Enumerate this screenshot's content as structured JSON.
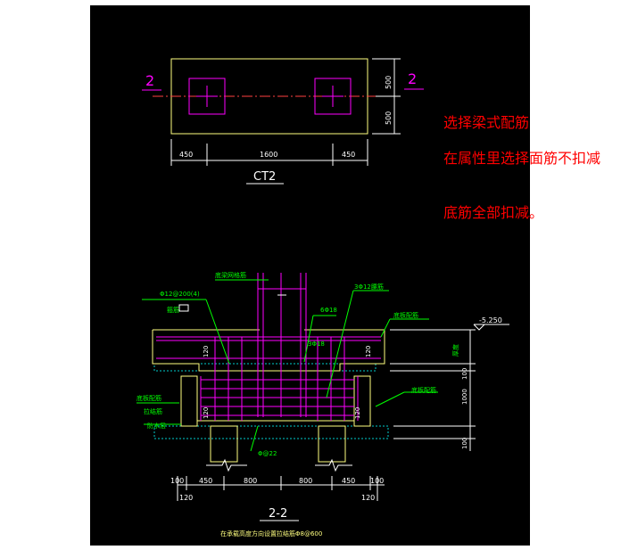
{
  "plan": {
    "title": "CT2",
    "section_marker_left": "2",
    "section_marker_right": "2",
    "dims_bottom": [
      "450",
      "1600",
      "450"
    ],
    "dims_right": [
      "500",
      "500"
    ]
  },
  "section": {
    "title": "2-2",
    "footnote": "在承载高度方向设置拉结筋Φ8@600",
    "labels": {
      "beam_bars": "底梁网格筋",
      "stirrup": "Φ12@200(4)",
      "stirrup_note": "箍筋",
      "top_bars": "3Φ12腰筋",
      "bar_6d18": "6Φ18",
      "bottom_bars_right": "底板配筋",
      "bar_3d18": "3Φ18",
      "bottom_bars_left": "底板配筋",
      "tie": "拉结筋",
      "waterproof": "防水层",
      "base_bar": "Φ@22",
      "side_bars_right": "底板配筋",
      "elevation": "-5.250",
      "thickness": "厚度"
    },
    "dims_bottom": [
      "100",
      "450",
      "800",
      "800",
      "450",
      "100"
    ],
    "dims_under": [
      "120",
      "120"
    ],
    "dims_right": [
      "100",
      "1000",
      "100"
    ],
    "inner_dims": [
      "120",
      "120",
      "120",
      "120"
    ]
  },
  "notes": [
    "选择梁式配筋",
    "在属性里选择面筋不扣减",
    "底筋全部扣减。"
  ],
  "colors": {
    "background": "#000000",
    "outline": "#ffff80",
    "rebar": "#ff00ff",
    "dimension": "#ffffff",
    "annotation": "#00ff00",
    "hatch": "#00cccc",
    "note_text": "#ff0000"
  }
}
